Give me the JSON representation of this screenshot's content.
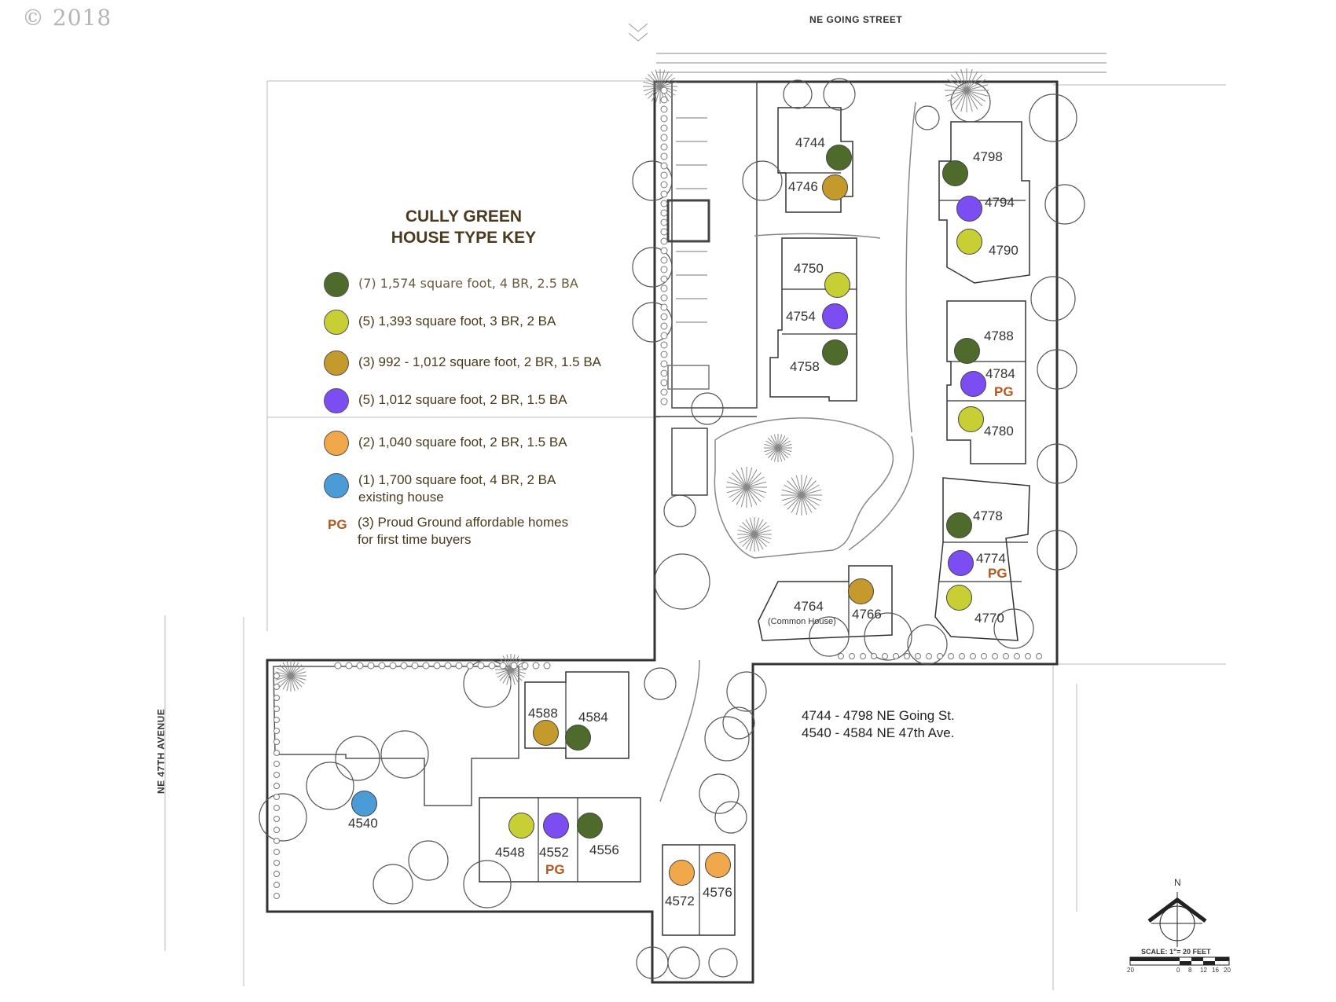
{
  "copyright": "© 2018",
  "streets": {
    "top": "NE GOING STREET",
    "left": "NE 47TH AVENUE"
  },
  "key": {
    "title_line1": "CULLY GREEN",
    "title_line2": "HOUSE TYPE KEY",
    "items": [
      {
        "color": "#4e6b2c",
        "text": "(7) 1,574 square foot, 4 BR, 2.5 BA"
      },
      {
        "color": "#c7cf35",
        "text": "(5) 1,393 square foot, 3 BR, 2 BA"
      },
      {
        "color": "#c39a2b",
        "text": "(3) 992 - 1,012 square foot, 2 BR, 1.5 BA"
      },
      {
        "color": "#7b4df2",
        "text": "(5) 1,012 square foot, 2 BR, 1.5 BA"
      },
      {
        "color": "#f0a84a",
        "text": "(2) 1,040 square foot, 2 BR, 1.5 BA"
      },
      {
        "color": "#4b9bd6",
        "text": "(1) 1,700 square foot, 4 BR, 2 BA",
        "text2": "existing house"
      }
    ],
    "pg_symbol": "PG",
    "pg_text1": "(3) Proud Ground affordable homes",
    "pg_text2": "for first time buyers"
  },
  "address": {
    "line1": "4744 - 4798 NE Going St.",
    "line2": "4540 - 4584 NE 47th Ave."
  },
  "lots": [
    {
      "id": "4744",
      "type": "#4e6b2c"
    },
    {
      "id": "4746",
      "type": "#c39a2b"
    },
    {
      "id": "4750",
      "type": "#c7cf35"
    },
    {
      "id": "4754",
      "type": "#7b4df2"
    },
    {
      "id": "4758",
      "type": "#4e6b2c"
    },
    {
      "id": "4798",
      "type": "#4e6b2c"
    },
    {
      "id": "4794",
      "type": "#7b4df2"
    },
    {
      "id": "4790",
      "type": "#c7cf35"
    },
    {
      "id": "4788",
      "type": "#4e6b2c"
    },
    {
      "id": "4784",
      "type": "#7b4df2",
      "pg": "PG"
    },
    {
      "id": "4780",
      "type": "#c7cf35"
    },
    {
      "id": "4778",
      "type": "#4e6b2c"
    },
    {
      "id": "4774",
      "type": "#7b4df2",
      "pg": "PG"
    },
    {
      "id": "4770",
      "type": "#c7cf35"
    },
    {
      "id": "4764",
      "type": "",
      "sub": "(Common House)"
    },
    {
      "id": "4766",
      "type": "#c39a2b"
    },
    {
      "id": "4588",
      "type": "#c39a2b"
    },
    {
      "id": "4584",
      "type": "#4e6b2c"
    },
    {
      "id": "4540",
      "type": "#4b9bd6"
    },
    {
      "id": "4548",
      "type": "#c7cf35"
    },
    {
      "id": "4552",
      "type": "#7b4df2",
      "pg": "PG"
    },
    {
      "id": "4556",
      "type": "#4e6b2c"
    },
    {
      "id": "4572",
      "type": "#f0a84a"
    },
    {
      "id": "4576",
      "type": "#f0a84a"
    }
  ],
  "north": "N",
  "scale": {
    "label": "SCALE:  1\"= 20  FEET",
    "ticks": [
      "20",
      "0",
      "8",
      "12",
      "16",
      "20"
    ]
  }
}
